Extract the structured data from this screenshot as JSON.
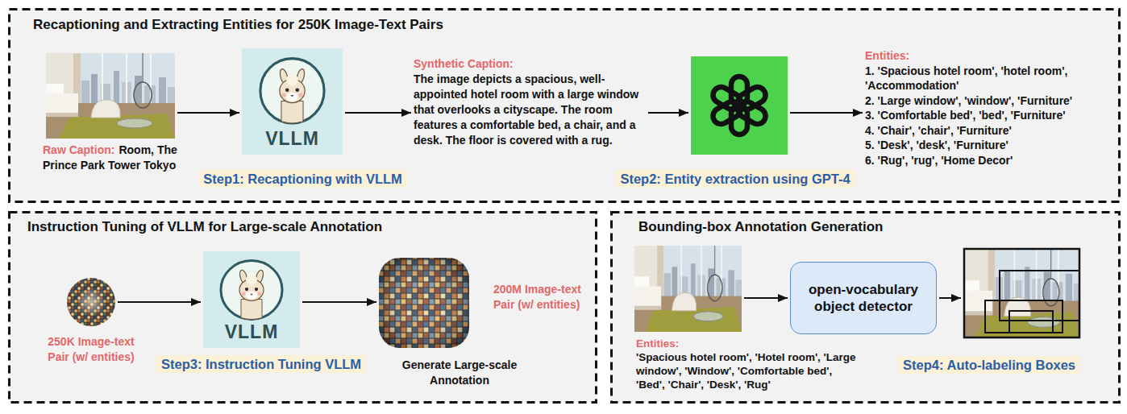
{
  "diagram": {
    "nodes": [
      {
        "text": [
          "Recaptioning and Extracting Entities for 250K Image-Text Pairs"
        ]
      },
      {
        "text": [
          "Raw Caption:",
          "Room, The Prince Park Tower Tokyo"
        ],
        "in": 0
      },
      {
        "text": [
          "VLLM",
          "Step1: Recaptioning with VLLM"
        ],
        "in": 0
      },
      {
        "text": [
          "Synthetic Caption:",
          "The image depicts a spacious, well-appointed hotel room with a large window that overlooks a cityscape. The room features a comfortable bed, a chair, and a desk. The floor is covered with a rug."
        ],
        "in": 0
      },
      {
        "text": [
          "Step2: Entity extraction using GPT-4"
        ],
        "in": 0
      },
      {
        "text": [
          "Entities:",
          "1. 'Spacious hotel room', 'hotel room', 'Accommodation'",
          "2. 'Large window', 'window', 'Furniture'",
          "3. 'Comfortable bed', 'bed', 'Furniture'",
          "4. 'Chair', 'chair', 'Furniture'",
          "5. 'Desk', 'desk', 'Furniture'",
          "6. 'Rug', 'rug', 'Home Decor'"
        ],
        "in": 0
      },
      {
        "text": [
          "Instruction Tuning of VLLM for Large-scale Annotation"
        ]
      },
      {
        "text": [
          "250K Image-text Pair (w/ entities)"
        ],
        "in": 6
      },
      {
        "text": [
          "VLLM",
          "Step3: Instruction Tuning VLLM"
        ],
        "in": 6
      },
      {
        "text": [
          "Generate Large-scale Annotation"
        ],
        "in": 6
      },
      {
        "text": [
          "Bounding-box Annotation Generation"
        ]
      },
      {
        "text": [
          "Entities:",
          "'Spacious hotel room', 'Hotel room', 'Large window', 'Window', 'Comfortable bed', 'Bed', 'Chair', 'Desk', 'Rug'"
        ],
        "in": 10
      },
      {
        "text": [
          "open-vocabulary object detector"
        ],
        "in": 10
      },
      {
        "text": [
          "Step4: Auto-labeling Boxes"
        ],
        "in": 10
      }
    ],
    "edges": [
      {
        "from": 1,
        "to": 2,
        "arrow": "to"
      },
      {
        "from": 2,
        "to": 3,
        "arrow": "to"
      },
      {
        "from": 3,
        "to": 4,
        "arrow": "to"
      },
      {
        "from": 4,
        "to": 5,
        "arrow": "to"
      },
      {
        "from": 7,
        "to": 8,
        "arrow": "to"
      },
      {
        "from": 8,
        "to": 9,
        "arrow": "to"
      },
      {
        "from": 11,
        "to": 12,
        "arrow": "to"
      },
      {
        "from": 12,
        "to": 13,
        "arrow": "to"
      }
    ],
    "labels": [
      "200M Image-text Pair (w/ entities)"
    ]
  }
}
